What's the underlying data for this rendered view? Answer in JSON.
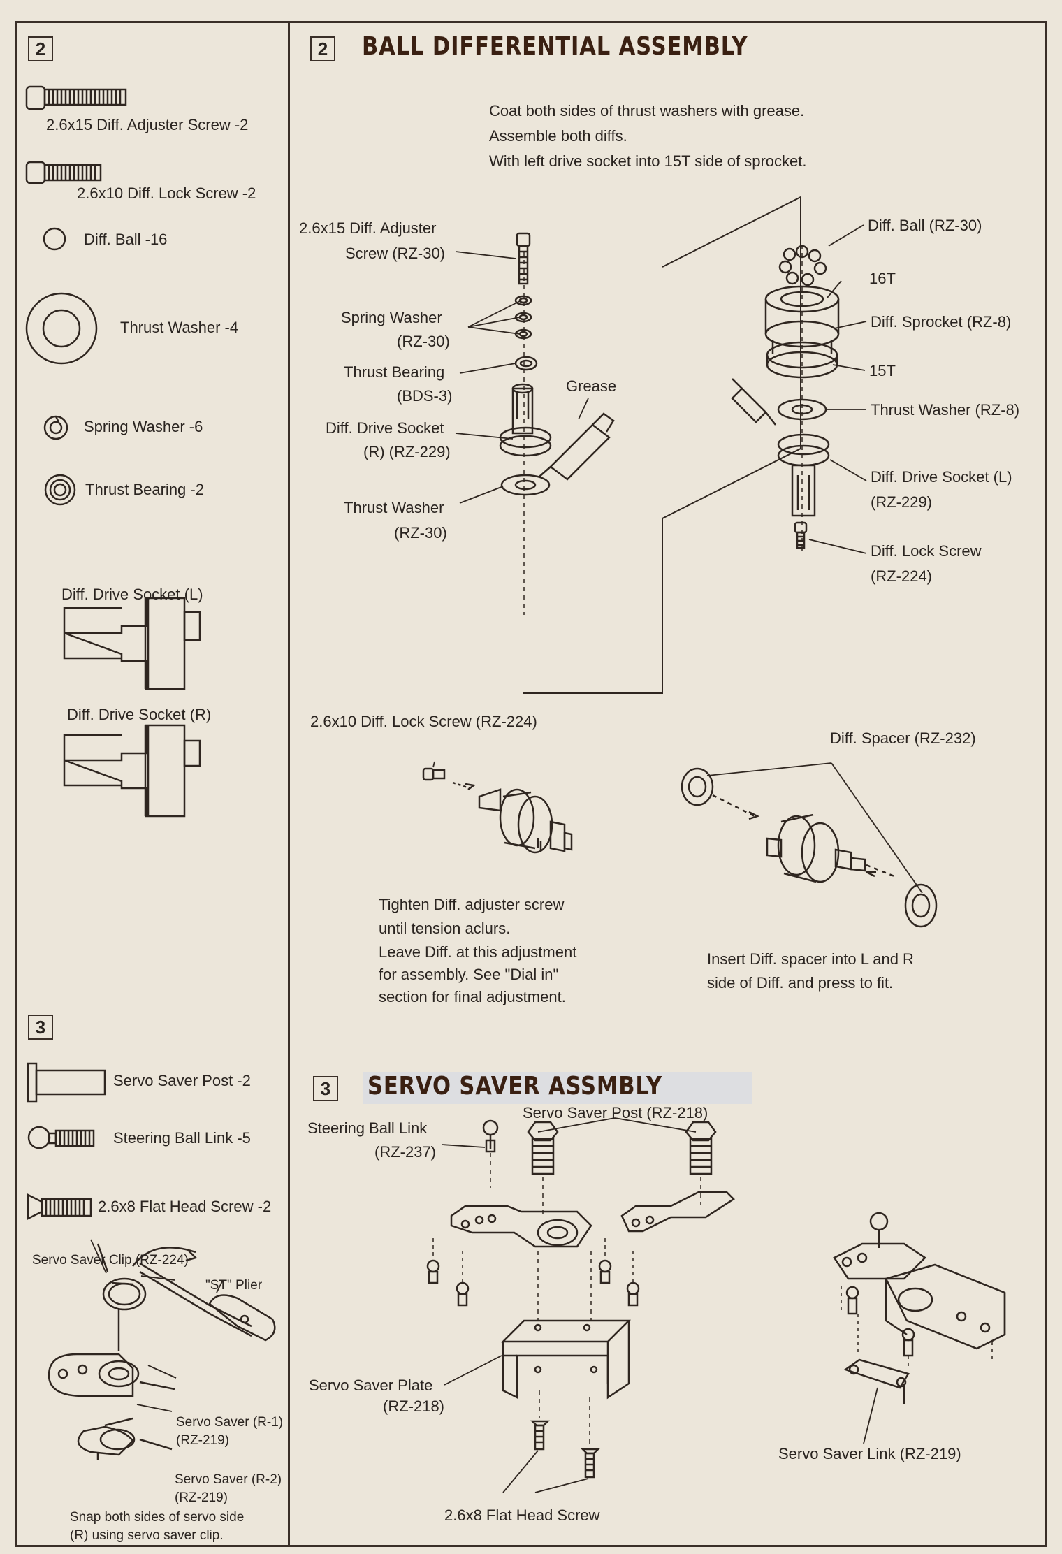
{
  "left_panel": {
    "sec2_number": "2",
    "parts2": [
      {
        "label": "2.6x15 Diff. Adjuster Screw -2"
      },
      {
        "label": "2.6x10 Diff. Lock Screw -2"
      },
      {
        "label": "Diff. Ball -16"
      },
      {
        "label": "Thrust Washer -4"
      },
      {
        "label": "Spring Washer -6"
      },
      {
        "label": "Thrust Bearing -2"
      },
      {
        "label": "Diff. Drive Socket (L)"
      },
      {
        "label": "Diff. Drive Socket (R)"
      }
    ],
    "sec3_number": "3",
    "parts3": [
      {
        "label": "Servo Saver Post -2"
      },
      {
        "label": "Steering Ball Link -5"
      },
      {
        "label": "2.6x8 Flat Head Screw -2"
      }
    ],
    "clip": {
      "clip_label": "Servo Saver Clip (RZ-224)",
      "plier_label": "\"ST\" Plier",
      "r1_line1": "Servo Saver (R-1)",
      "r1_line2": "(RZ-219)",
      "r2_line1": "Servo Saver (R-2)",
      "r2_line2": "(RZ-219)",
      "note_line1": "Snap both sides of servo side",
      "note_line2": "(R) using servo saver clip."
    }
  },
  "sec2": {
    "number": "2",
    "title": "BALL DIFFERENTIAL ASSEMBLY",
    "instr": [
      "Coat both sides of thrust washers with grease.",
      "Assemble both diffs.",
      "With left drive socket into 15T side of sprocket."
    ],
    "callouts": {
      "adjuster_1": "2.6x15 Diff. Adjuster",
      "adjuster_2": "Screw (RZ-30)",
      "spring_1": "Spring Washer",
      "spring_2": "(RZ-30)",
      "bearing_1": "Thrust Bearing",
      "bearing_2": "(BDS-3)",
      "socket_r_1": "Diff. Drive Socket",
      "socket_r_2": "(R) (RZ-229)",
      "grease": "Grease",
      "washer_l_1": "Thrust Washer",
      "washer_l_2": "(RZ-30)",
      "ball": "Diff. Ball (RZ-30)",
      "t16": "16T",
      "sprocket": "Diff. Sprocket (RZ-8)",
      "t15": "15T",
      "washer_r": "Thrust Washer (RZ-8)",
      "socket_l_1": "Diff. Drive Socket (L)",
      "socket_l_2": "(RZ-229)",
      "lock_1": "Diff. Lock Screw",
      "lock_2": "(RZ-224)",
      "lock_screw": "2.6x10 Diff. Lock Screw (RZ-224)",
      "spacer": "Diff. Spacer (RZ-232)"
    },
    "note_left": [
      "Tighten Diff. adjuster screw",
      "until tension aclurs.",
      "Leave Diff. at this adjustment",
      "for assembly.  See \"Dial in\"",
      "section for final adjustment."
    ],
    "note_right": [
      "Insert Diff. spacer into L and R",
      "side of Diff. and press to fit."
    ]
  },
  "sec3": {
    "number": "3",
    "title": "SERVO SAVER ASSMBLY",
    "callouts": {
      "ball_link_1": "Steering Ball Link",
      "ball_link_2": "(RZ-237)",
      "post": "Servo Saver Post (RZ-218)",
      "plate_1": "Servo Saver Plate",
      "plate_2": "(RZ-218)",
      "screw": "2.6x8 Flat Head Screw",
      "link": "Servo Saver Link (RZ-219)"
    }
  }
}
